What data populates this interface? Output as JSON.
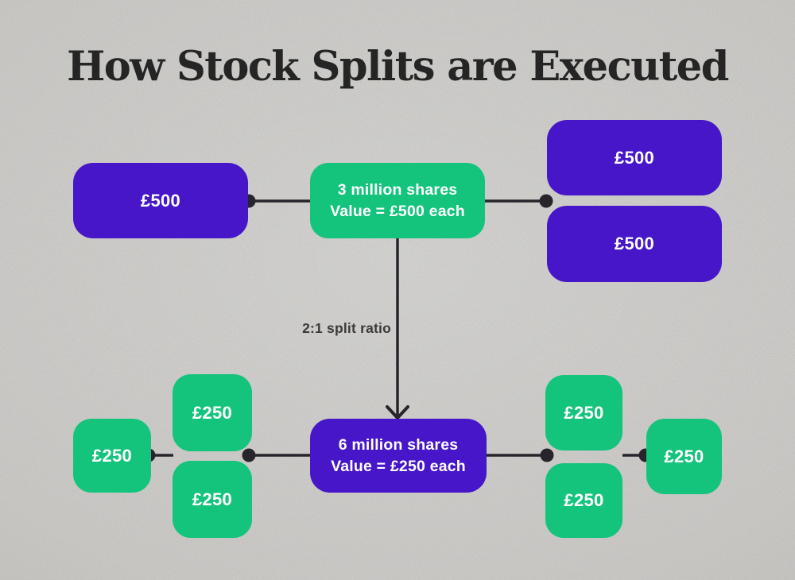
{
  "title": "How Stock Splits are Executed",
  "colors": {
    "purple": "#4616c8",
    "green": "#14c47c",
    "background": "#d8d7d4",
    "connector": "#27252b",
    "title_text": "#252525",
    "label_text": "#3b3a39",
    "box_text": "#ffffff"
  },
  "flow": {
    "split_ratio_label": "2:1 split ratio",
    "before": {
      "single_share": "£500",
      "pool_line1": "3 million shares",
      "pool_line2": "Value = £500 each",
      "result_share_top": "£500",
      "result_share_bottom": "£500"
    },
    "after": {
      "far_left_share": "£250",
      "left_stack_top": "£250",
      "left_stack_bottom": "£250",
      "pool_line1": "6 million shares",
      "pool_line2": "Value = £250 each",
      "right_stack_top": "£250",
      "right_stack_bottom": "£250",
      "far_right_share": "£250"
    }
  }
}
